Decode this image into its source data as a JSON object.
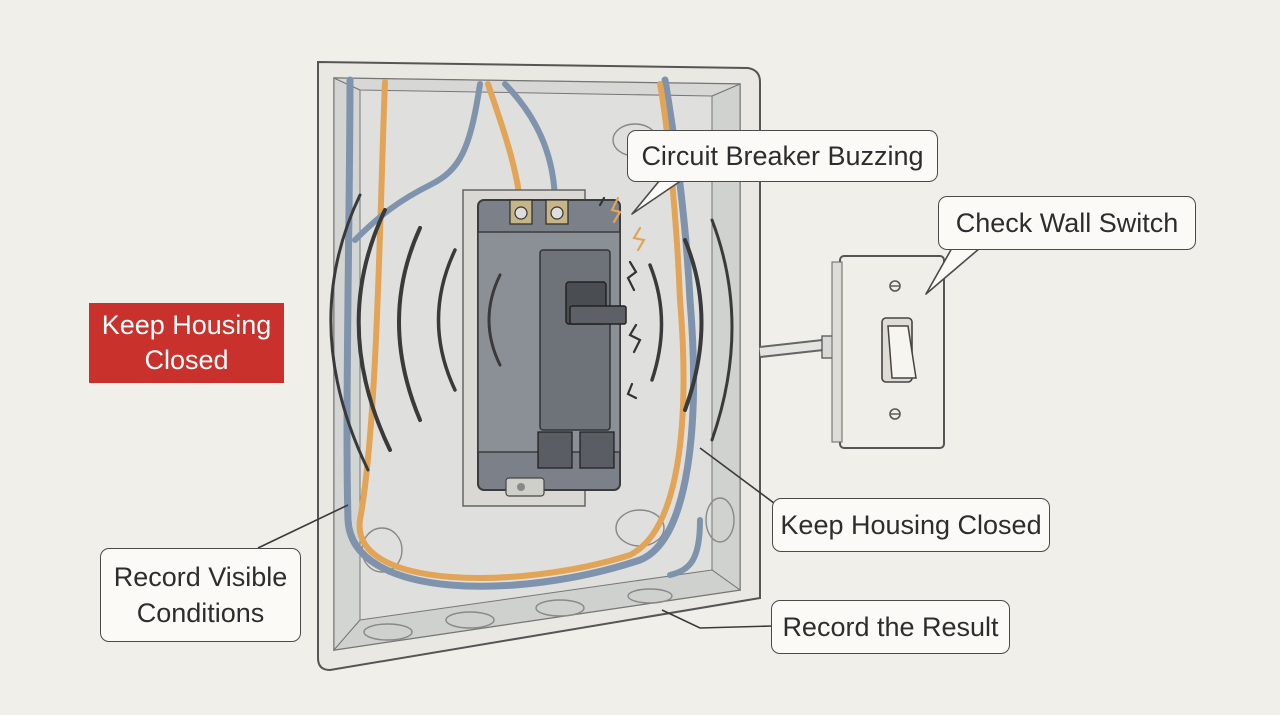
{
  "labels": {
    "breaker_buzzing": "Circuit Breaker Buzzing",
    "check_switch": "Check Wall Switch",
    "housing_closed": "Keep Housing Closed",
    "record_result": "Record the Result",
    "record_conditions_line1": "Record Visible",
    "record_conditions_line2": "Conditions"
  },
  "warning": {
    "line1": "Keep Housing",
    "line2": "Closed",
    "color": "#c9322c"
  },
  "colors": {
    "background": "#f1efe9",
    "wire_orange": "#e2a456",
    "wire_blue": "#7f93ad",
    "breaker_body": "#7c8088"
  }
}
